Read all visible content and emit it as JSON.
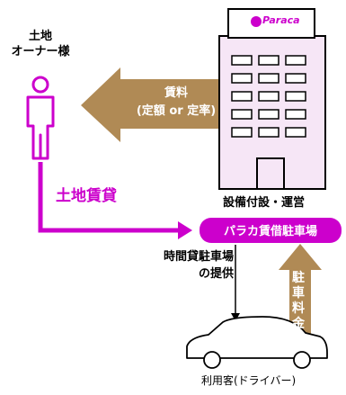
{
  "owner": {
    "label_line1": "土地",
    "label_line2": "オーナー様"
  },
  "fee_arrow": {
    "line1": "賃料",
    "line2": "(定額 or 定率)"
  },
  "building": {
    "logo_text": "Paraca",
    "caption": "設備付設・運営"
  },
  "land_lease": {
    "label": "土地賃貸"
  },
  "parking_banner": {
    "label": "パラカ賃借駐車場"
  },
  "provide": {
    "line1": "時間貸駐車場",
    "line2": "の提供"
  },
  "parking_fee": {
    "label": "駐車料金"
  },
  "customer": {
    "label": "利用客(ドライバー)"
  },
  "colors": {
    "magenta": "#cc00cc",
    "brown": "#b08a55",
    "light_purple": "#f6e6f6",
    "outline": "#000000"
  }
}
